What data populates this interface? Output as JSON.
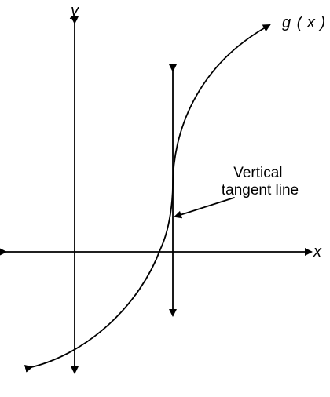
{
  "axes": {
    "x_label": "x",
    "y_label": "y"
  },
  "curve": {
    "label_main": "g",
    "label_open": "(",
    "label_var": "x",
    "label_close": ")"
  },
  "annotation": {
    "line1": "Vertical",
    "line2": "tangent line"
  },
  "colors": {
    "stroke": "#000000",
    "background": "#ffffff"
  }
}
